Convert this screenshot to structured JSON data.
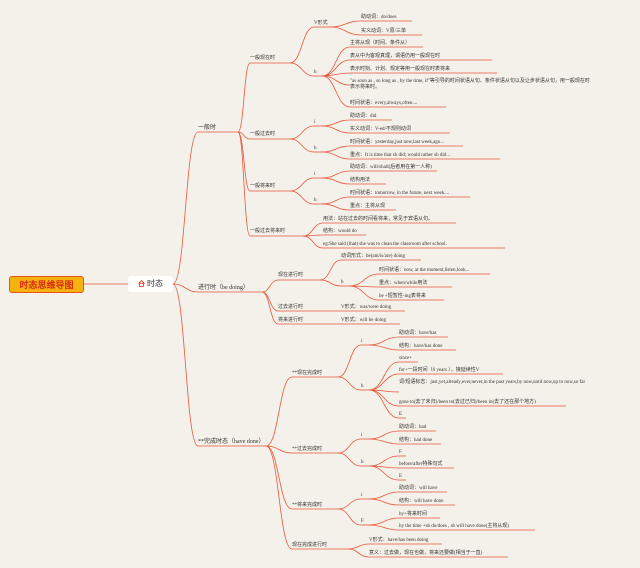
{
  "root": "时态思维导图",
  "main": "时态",
  "colors": {
    "line": "#e8563a",
    "root_bg": "#f7b20f",
    "root_text": "#d72b13",
    "background": "#f4f1ea"
  },
  "nodes": {
    "yiban": "一般时",
    "yibanxianzai": "一般现在时",
    "xz_vxs": "V形式",
    "xz_zhu": "助动词：do/does",
    "xz_shi": "实义动词：V原/三单",
    "xz_h": "h",
    "xz_1": "主将从现（时间、条件从）",
    "xz_2": "表从中为客观真理，谓语仍用一般现在时",
    "xz_3": "表示时刻、计划、规定等用一般现在时表将来",
    "xz_4": "\"as soon as , so long as , by the time, if\"等引导的时间状语从句、条件状语从句以及让步状语从句，用一般现在时表示将来时。",
    "xz_5": "时间状语：every,always,often....",
    "yibanguoqu": "一般过去时",
    "gq_i": "i",
    "gq_zhu": "助动词：did",
    "gq_shi": "实义动词：V-ed/不规则动词",
    "gq_h": "h",
    "gq_1": "时间状语：yesterday,just now,last week,ago...",
    "gq_2": "重点：It is time that sb did; would rather sb did...",
    "yibanjianglai": "一般将来时",
    "jl_i": "i",
    "jl_zhu": "助动词：will/shall(后者用在第一人称)",
    "jl_jg": "结构用法",
    "jl_h": "h",
    "jl_1": "时间状语：tomorrow, in the future, next week....",
    "jl_2": "重点：主将从现",
    "ybgqjl": "一般过去将来时",
    "gqjl_1": "用法：站在过去的时间看将来，常见于宾语从句。",
    "gqjl_2": "结构：would do",
    "gqjl_3": "eg:She said (that) she was to clean the classroom after school.",
    "jinxing": "进行时（be doing）",
    "xzjx": "现在进行时",
    "xzjx_1": "动词形式：be(am/is/are) doing",
    "xzjx_h": "h",
    "xzjx_2": "时间状语：now, at the moment,listen,look...",
    "xzjx_3": "重点：when/while用法",
    "xzjx_4": "be +短暂性-ing表将来",
    "gqjx": "过去进行时",
    "gqjx_1": "V形式：was/were doing",
    "jljx": "将来进行时",
    "jljx_1": "V形式：will be doing",
    "wancheng": "**完成时态（have done）",
    "xzwc": "**现在完成时",
    "xzwc_i": "i",
    "xzwc_zhu": "助动词：have/has",
    "xzwc_jg": "结构：have/has done",
    "xzwc_h": "h",
    "xzwc_1": "since+",
    "xzwc_2": "for+一段时间（6 years ），接延续性V",
    "xzwc_3": "词/短语标志：just,yet,already,ever,never,in the past years,by now,until now,up to now,so far",
    "xzwc_4": "gone to(去了未归)/been to(去过已归)/been in(去了还在那个地方)",
    "xzwc_e": "E",
    "gqwc": "**过去完成时",
    "gqwc_i": "i",
    "gqwc_zhu": "助动词：had",
    "gqwc_jg": "结构：had done",
    "gqwc_b": "b",
    "gqwc_f": "F",
    "gqwc_1": "before/after特殊句式",
    "gqwc_e": "E",
    "jlwc": "**将来完成时",
    "jlwc_i": "i",
    "jlwc_zhu": "助动词：will have",
    "jlwc_jg": "结构：will have done",
    "jlwc_f": "F",
    "jlwc_1": "by+将来时间",
    "jlwc_2": "by the time +sb do/does , sb will have done(主将从现)",
    "xzwcjx": "现在完成进行时",
    "xzwcjx_1": "V形式：have/has been doing",
    "xzwcjx_2": "意义：过去做，现在也做，将来还要做(相当于一直)"
  }
}
